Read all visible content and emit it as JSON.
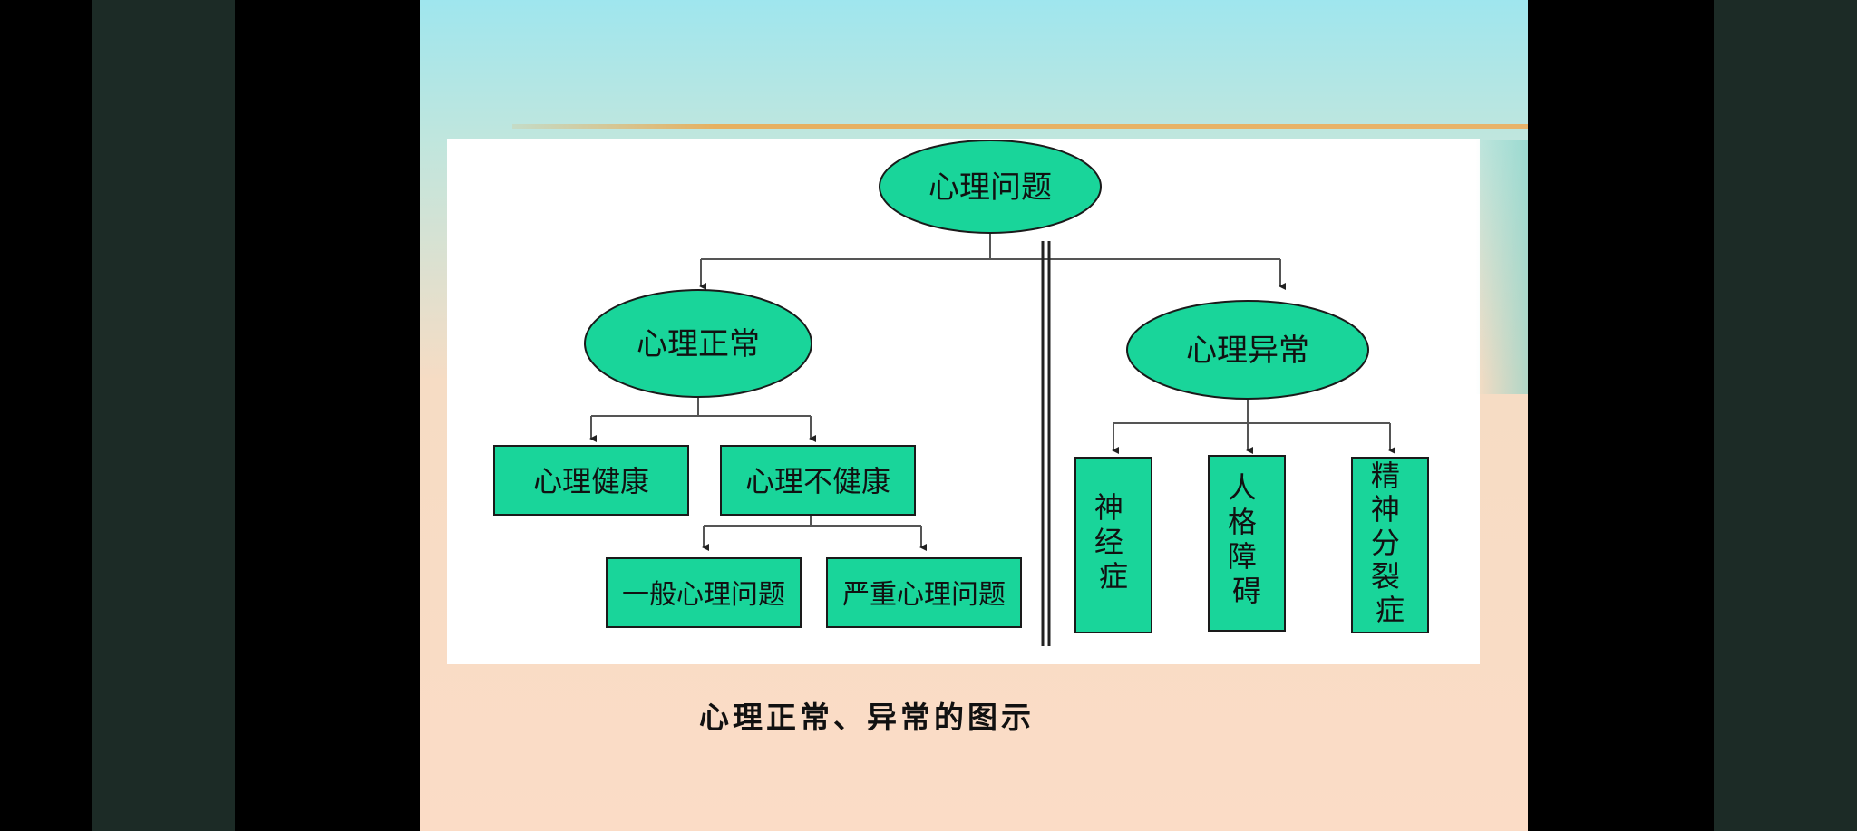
{
  "diagram": {
    "root": "心理问题",
    "branches": [
      {
        "label": "心理正常",
        "children": [
          {
            "label": "心理健康"
          },
          {
            "label": "心理不健康",
            "children": [
              {
                "label": "一般心理问题"
              },
              {
                "label": "严重心理问题"
              }
            ]
          }
        ]
      },
      {
        "label": "心理异常",
        "children": [
          {
            "label": "神经症"
          },
          {
            "label": "人格障碍"
          },
          {
            "label": "精神分裂症"
          }
        ]
      }
    ]
  },
  "caption": "心理正常、异常的图示",
  "colors": {
    "node_fill": "#19d59a",
    "node_stroke": "#1a1a1a",
    "board": "#ffffff",
    "side_panel": "#1c2b26",
    "accent_line": "#e8b36a"
  }
}
